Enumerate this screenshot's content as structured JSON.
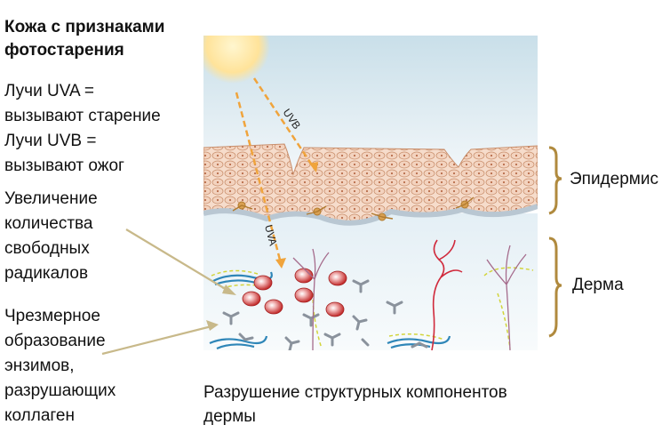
{
  "title_lines": [
    "Кожа с признаками",
    "фотостарения"
  ],
  "uva_text_lines": [
    "Лучи UVA =",
    "вызывают старение"
  ],
  "uvb_text_lines": [
    "Лучи UVB =",
    "вызывают ожог"
  ],
  "radicals_lines": [
    "Увеличение",
    "количества",
    "свободных",
    "радикалов"
  ],
  "enzymes_lines": [
    "Чрезмерное",
    "образование",
    "энзимов,",
    "разрушающих",
    "коллаген"
  ],
  "epidermis_label": "Эпидермис",
  "dermis_label": "Дерма",
  "bottom_caption_lines": [
    "Разрушение структурных компонентов",
    "дермы"
  ],
  "uvb_ray_label": "UVB",
  "uva_ray_label": "UVA",
  "colors": {
    "sky_top": "#c9dfe9",
    "sky_bottom": "#f1f6f9",
    "sun": "#ffe9a6",
    "cells": "#f6dccb",
    "cell_stroke": "#c98f6c",
    "basal": "#b9c7d2",
    "dermis_top": "#e8f1f6",
    "dermis_bottom": "#f7fafc",
    "ray": "#f0a43c",
    "bracket": "#b08a3e",
    "pointer": "#c8b98a",
    "radical": "#c93030",
    "collagen": "#2e86b8",
    "enzyme": "#8a929c",
    "vessel": "#d02a3c",
    "nerve": "#a56b8c",
    "elastin": "#d2d43a"
  }
}
